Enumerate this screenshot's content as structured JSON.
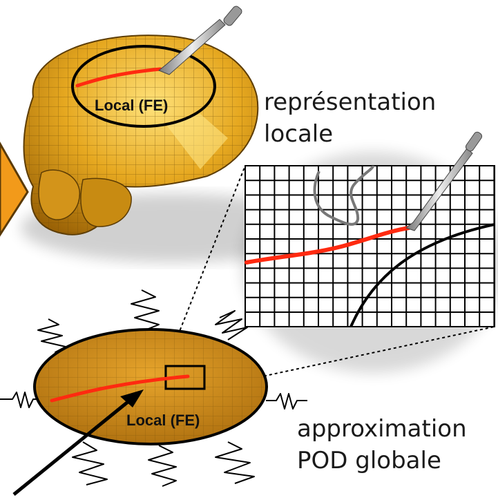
{
  "labels": {
    "local_fe_top": "Local (FE)",
    "local_fe_bottom": "Local (FE)",
    "local_repr_line1": "représentation",
    "local_repr_line2": "locale",
    "global_approx_line1": "approximation",
    "global_approx_line2": "POD globale"
  },
  "colors": {
    "skull": "#e6a820",
    "skull_dark": "#a86f08",
    "crack": "#ff2a10",
    "arrow": "#f29a1a",
    "grid": "#000000"
  }
}
